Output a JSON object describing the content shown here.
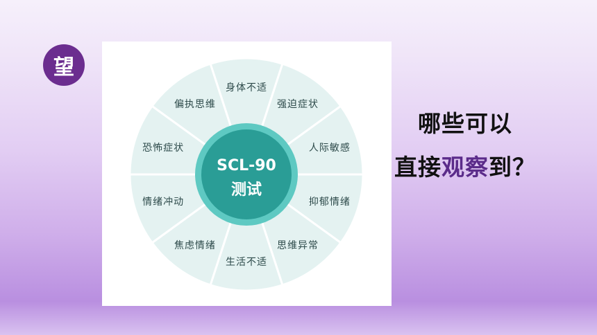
{
  "badge": {
    "char": "望"
  },
  "diagram": {
    "center": {
      "line1": "SCL-90",
      "line2": "测试"
    },
    "segments": [
      "身体不适",
      "强迫症状",
      "人际敏感",
      "抑郁情绪",
      "思维异常",
      "生活不适",
      "焦虑情绪",
      "情绪冲动",
      "恐怖症状",
      "偏执思维"
    ],
    "colors": {
      "segment_fill": "#e4f2f1",
      "segment_stroke": "#ffffff",
      "ring": "#5ec9c2",
      "center": "#2a9d96"
    }
  },
  "question": {
    "line1": "哪些可以",
    "line2_prefix": "直接",
    "line2_highlight": "观察",
    "line2_suffix": "到？"
  }
}
